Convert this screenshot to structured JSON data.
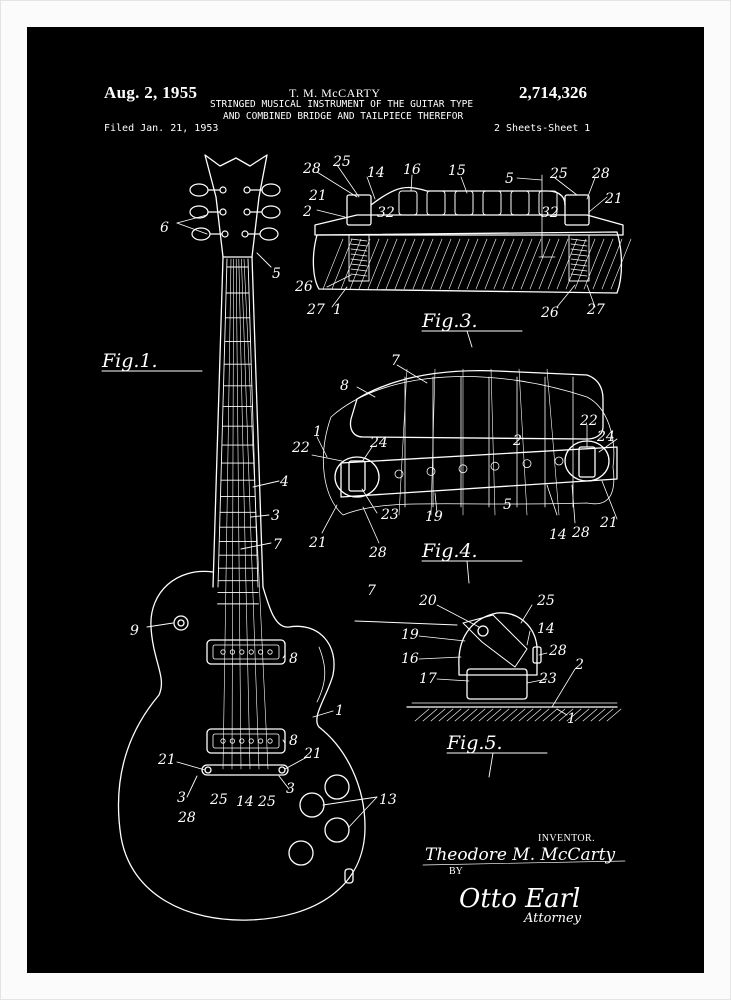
{
  "header": {
    "date": "Aug. 2, 1955",
    "inventor_head": "T. M. McCARTY",
    "patent_number": "2,714,326",
    "subtitle_line1": "STRINGED MUSICAL INSTRUMENT OF THE GUITAR TYPE",
    "subtitle_line2": "AND COMBINED BRIDGE AND TAILPIECE THEREFOR",
    "filed": "Filed Jan. 21, 1953",
    "sheets": "2 Sheets-Sheet 1"
  },
  "figures": {
    "fig1": "Fig.1.",
    "fig3": "Fig.3.",
    "fig4": "Fig.4.",
    "fig5": "Fig.5."
  },
  "signature": {
    "inventor_label": "INVENTOR.",
    "inventor_name": "Theodore M. McCarty",
    "by": "BY",
    "attorney_signature": "Otto Earl",
    "attorney_label": "Attorney"
  },
  "reference_numerals": {
    "fig1": [
      "6",
      "5",
      "4",
      "3",
      "7",
      "9",
      "8",
      "8",
      "1",
      "21",
      "21",
      "3",
      "3",
      "25",
      "14",
      "25",
      "28",
      "13"
    ],
    "fig3": [
      "28",
      "25",
      "14",
      "16",
      "15",
      "5",
      "25",
      "28",
      "21",
      "2",
      "32",
      "32",
      "21",
      "26",
      "27",
      "1",
      "26",
      "27"
    ],
    "fig4": [
      "7",
      "8",
      "1",
      "22",
      "24",
      "22",
      "24",
      "2",
      "5",
      "23",
      "19",
      "21",
      "28",
      "14",
      "28",
      "21"
    ],
    "fig5": [
      "7",
      "20",
      "25",
      "19",
      "14",
      "16",
      "28",
      "17",
      "23",
      "2",
      "1"
    ]
  },
  "colors": {
    "frame": "#fbfbfb",
    "background": "#000000",
    "ink": "#ffffff"
  }
}
